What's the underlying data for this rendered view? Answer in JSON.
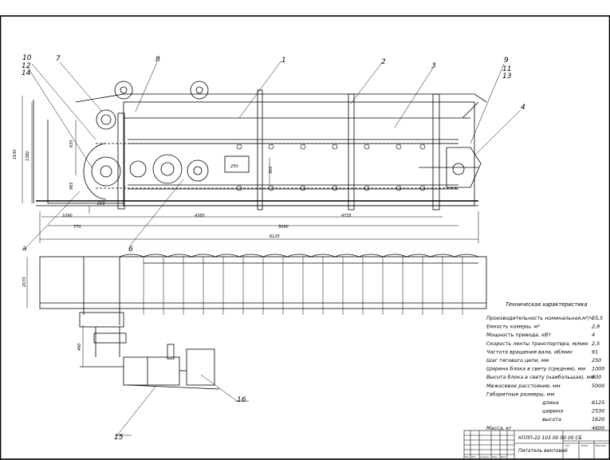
{
  "drawing": {
    "dimensions": {
      "d1630": "1630",
      "d1380": "1380",
      "d635": "635",
      "d985": "985",
      "d250": "250",
      "d300": "300",
      "d210": "210",
      "d1090": "1090",
      "d770": "770",
      "d4365": "4365",
      "d4735": "4735",
      "d5090": "5090",
      "d6125": "6125",
      "d2070": "2070",
      "d490": "490"
    },
    "callouts": {
      "c1": "1",
      "c2": "2",
      "c3": "3",
      "c4": "4",
      "c6": "6",
      "c7": "7",
      "c8": "8",
      "c9": "9",
      "c10": "10",
      "c11": "11",
      "c12": "12",
      "c13": "13",
      "c14": "14",
      "c15": "15",
      "c16": "16",
      "c_a": "a"
    }
  },
  "specs": {
    "title": "Техническая характеристика",
    "rows": [
      {
        "label": "Производительность номинальная,м³/ч",
        "value": "35,5"
      },
      {
        "label": "Емкость камеры, м³",
        "value": "2,9"
      },
      {
        "label": "Мощность привода, кВт",
        "value": "4"
      },
      {
        "label": "Скорость ленты транспортера, м/мин",
        "value": "2,5"
      },
      {
        "label": "Частота вращения вала, об/мин",
        "value": "91"
      },
      {
        "label": "Шаг тягового цепи, мм",
        "value": "250"
      },
      {
        "label": "Ширина блока в свету (средняя), мм",
        "value": "1000"
      },
      {
        "label": "Высота блока в свету (наибольшая), мм",
        "value": "800"
      },
      {
        "label": "Межосевое расстояние, мм",
        "value": "5000"
      },
      {
        "label": "Габаритные размеры, мм",
        "value": ""
      },
      {
        "label": "длина",
        "value": "6125"
      },
      {
        "label": "ширина",
        "value": "2530"
      },
      {
        "label": "высота",
        "value": "1620"
      },
      {
        "label": "Масса, кг",
        "value": "4600"
      }
    ]
  },
  "title_block": {
    "doc_number": "КПЛП-22 103 00 00 00 СБ",
    "name": "Питатель винтовой",
    "col_lit": "Лит.",
    "col_mass": "Масса",
    "col_scale": "Масштаб",
    "row_izm": "Изм.",
    "row_list": "Лист",
    "row_docnum": "№ докум.",
    "row_sign": "Подп.",
    "row_date": "Дата"
  }
}
